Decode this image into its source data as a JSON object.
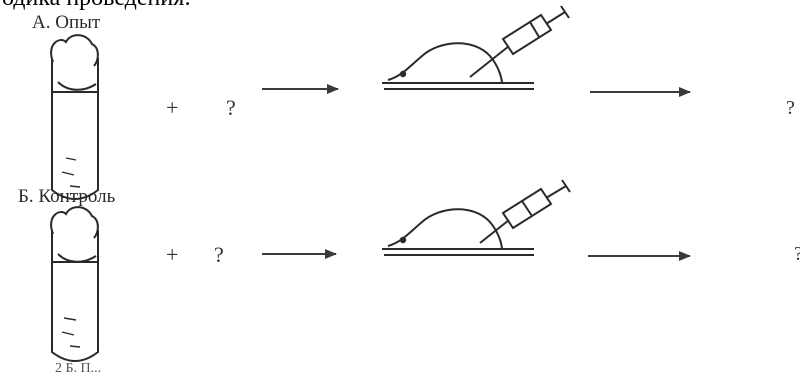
{
  "top_caption": "одика проведения:",
  "experiment": {
    "label": "А. Опыт",
    "plus": "+",
    "unknown": "?",
    "result": "?"
  },
  "control": {
    "label": "Б. Контроль",
    "plus": "+",
    "unknown": "?",
    "result": "?"
  },
  "bottom_fragment": "2 Б. П..."
}
